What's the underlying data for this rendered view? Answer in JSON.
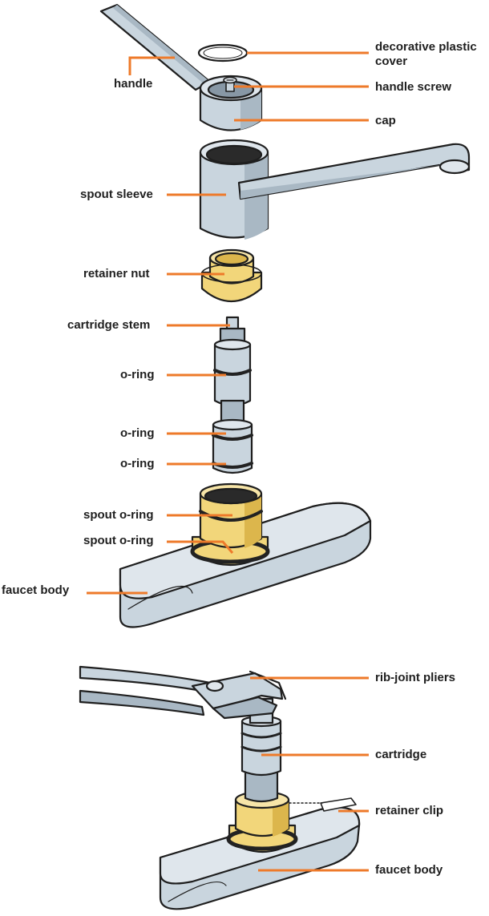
{
  "colors": {
    "leader": "#ee7a2a",
    "metal": "#c9d5de",
    "metal_shade": "#a9b8c4",
    "metal_dark": "#8797a5",
    "brass": "#f2d67a",
    "brass_shade": "#dcb64c",
    "outline": "#1e1e1e",
    "ring": "#222222"
  },
  "labels": {
    "decorative_cover": "decorative plastic cover",
    "handle": "handle",
    "handle_screw": "handle screw",
    "cap": "cap",
    "spout_sleeve": "spout sleeve",
    "retainer_nut": "retainer nut",
    "cartridge_stem": "cartridge stem",
    "o_ring_1": "o-ring",
    "o_ring_2": "o-ring",
    "o_ring_3": "o-ring",
    "spout_o_ring_1": "spout o-ring",
    "spout_o_ring_2": "spout o-ring",
    "faucet_body_top": "faucet body",
    "rib_joint_pliers": "rib-joint pliers",
    "cartridge": "cartridge",
    "retainer_clip": "retainer clip",
    "faucet_body_bottom": "faucet body"
  }
}
